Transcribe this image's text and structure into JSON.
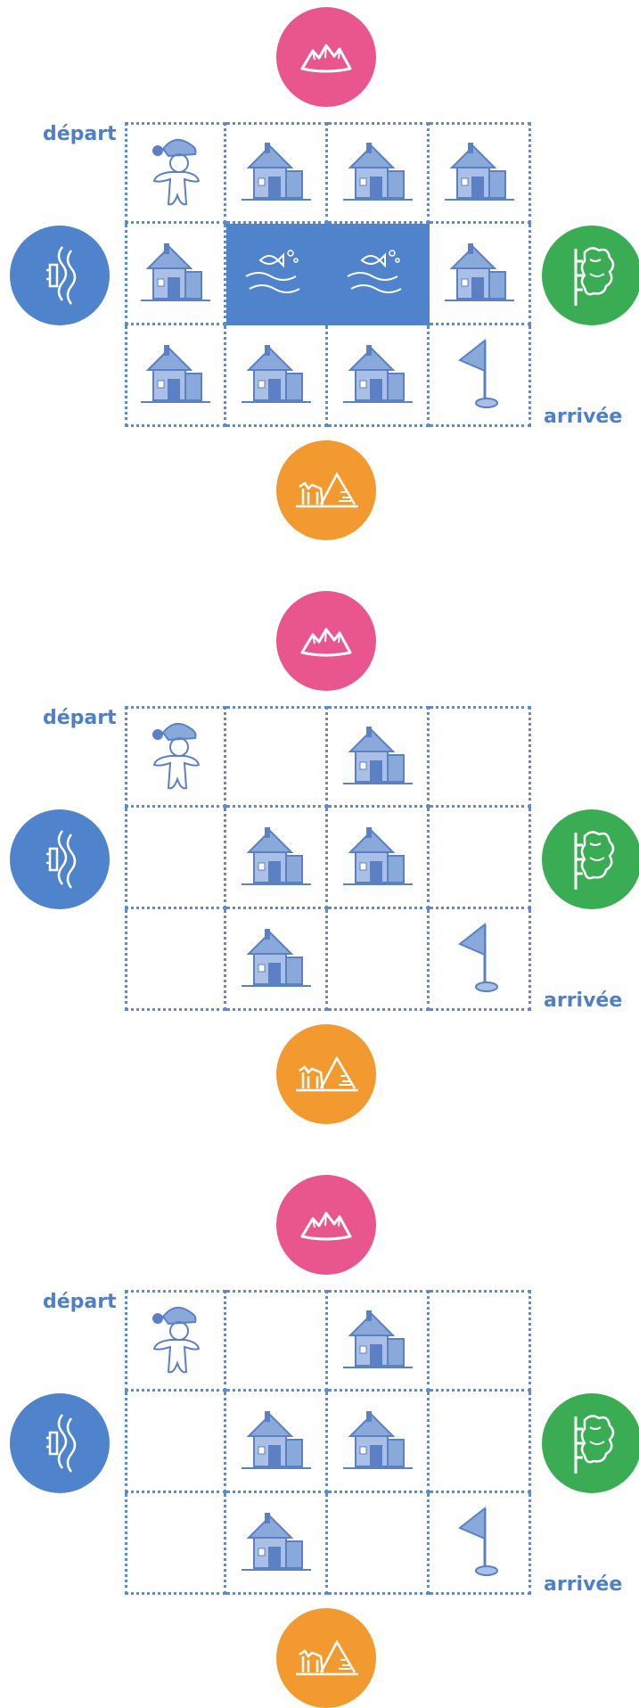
{
  "colors": {
    "grid_line": "#5b8bd0",
    "label": "#4f7fc8",
    "water": "#4f83cc",
    "icon_fill": "#8aa9db",
    "icon_stroke": "#5b80c4",
    "mountain": "#e8568d",
    "sea": "#4f83cc",
    "forest": "#3aac53",
    "desert": "#f29a30"
  },
  "labels": {
    "start": "départ",
    "finish": "arrivée"
  },
  "icons": {
    "north": "mountain-icon",
    "west": "waves-boat-icon",
    "east": "tree-icon",
    "south": "desert-camel-icon",
    "start_piece": "gnome-figure-icon",
    "finish_piece": "flag-icon",
    "house": "house-icon",
    "water_tile": "fish-water-icon"
  },
  "puzzles": [
    {
      "cells": [
        [
          "figure",
          "house",
          "house",
          "house"
        ],
        [
          "house",
          "water",
          "water",
          "house"
        ],
        [
          "house",
          "house",
          "house",
          "flag"
        ]
      ]
    },
    {
      "cells": [
        [
          "figure",
          "",
          "house",
          ""
        ],
        [
          "",
          "house",
          "house",
          ""
        ],
        [
          "",
          "house",
          "",
          "flag"
        ]
      ]
    },
    {
      "cells": [
        [
          "figure",
          "",
          "house",
          ""
        ],
        [
          "",
          "house",
          "house",
          ""
        ],
        [
          "",
          "house",
          "",
          "flag"
        ]
      ]
    }
  ]
}
